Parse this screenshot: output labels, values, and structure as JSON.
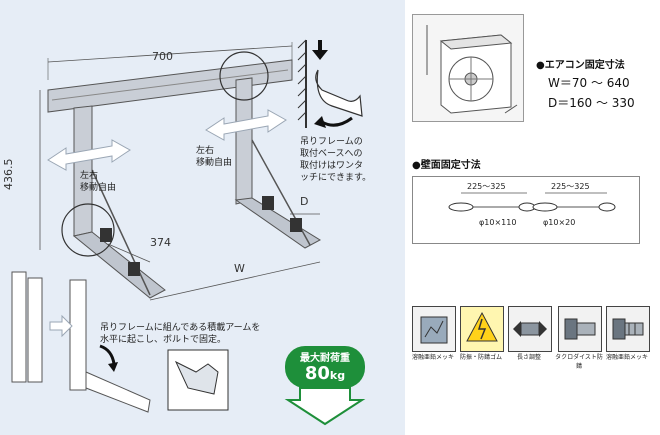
{
  "dimensions": {
    "width_top": "700",
    "height_side": "436.5",
    "arm_length": "374",
    "label_w": "W",
    "label_d": "D"
  },
  "annotations": {
    "lr_move_1": "左右\n移動自由",
    "lr_move_2": "左右\n移動自由",
    "hanging_note": "吊りフレームの\n取付ベースへの\n取付けはワンタ\nッチにできます。",
    "arm_note": "吊りフレームに組んである積載アームを\n水平に起こし、ボルトで固定。"
  },
  "badge": {
    "title": "最大耐荷重",
    "value": "80",
    "unit": "kg"
  },
  "specs": {
    "ac_title": "●エアコン固定寸法",
    "ac_w": "W＝70 〜 640",
    "ac_d": "D＝160 〜 330",
    "wall_title": "●壁面固定寸法",
    "wall_dim_1": "225〜325",
    "wall_dim_2": "225〜325",
    "hole_1": "φ10×110",
    "hole_2": "φ10×20"
  },
  "feature_icons": [
    {
      "label": "溶融亜鉛メッキ",
      "icon": "galvanized-icon"
    },
    {
      "label": "防振・防錆ゴム",
      "icon": "vibration-rubber-icon"
    },
    {
      "label": "長さ調整",
      "icon": "length-adjust-icon"
    },
    {
      "label": "タクロダイスト防錆",
      "icon": "anti-rust-bolt-icon"
    },
    {
      "label": "溶融亜鉛メッキ",
      "icon": "galvanized-bolt-icon"
    }
  ],
  "colors": {
    "panel_bg": "#e6edf6",
    "badge_green": "#1e8f3a",
    "arrow_white": "#ffffff"
  }
}
